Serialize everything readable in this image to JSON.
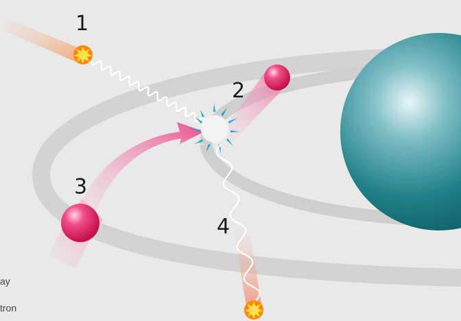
{
  "diagram": {
    "steps": [
      "1",
      "2",
      "3",
      "4"
    ],
    "legend": [
      "ay",
      "tron"
    ],
    "colors": {
      "background": "#e9e9e9",
      "orbit": "#d0d0d0",
      "nucleus": "#1f7f88",
      "electron": "#e8175d",
      "photon_core": "#ff8a00",
      "photon_burst": "#ffd23c",
      "electron_trail": "#f08ab0",
      "photon_trail": "#f2a77d",
      "vacancy_sparks": "#1aa7c9"
    }
  }
}
